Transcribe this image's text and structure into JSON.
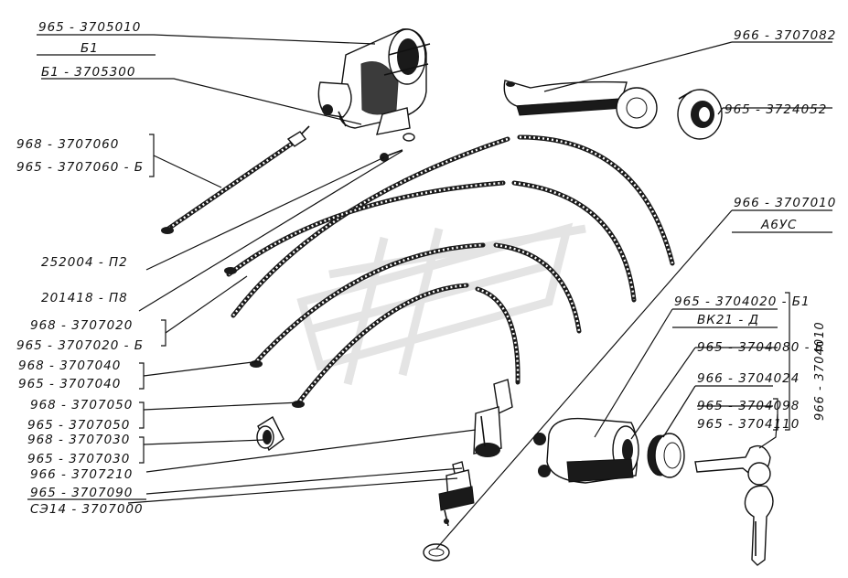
{
  "labels": {
    "coil_part": "965 - 3705010",
    "coil_variant": "Б1",
    "coil_bracket": "Б1 - 3705300",
    "probe_a": "968 - 3707060",
    "probe_b": "965 - 3707060 - Б",
    "tip_252004": "252004 - П2",
    "tip_201418": "201418 - П8",
    "wire_020a": "968 - 3707020",
    "wire_020b": "965 - 3707020 - Б",
    "wire_040a": "968 - 3707040",
    "wire_040b": "965 - 3707040",
    "wire_050a": "968 - 3707050",
    "wire_050b": "965 - 3707050",
    "wire_030a": "968 - 3707030",
    "wire_030b": "965 - 3707030",
    "cap_210": "966 - 3707210",
    "cap_090": "965 - 3707090",
    "plug_000": "СЭ14 - 3707000",
    "bracket_082": "966 - 3707082",
    "grommet_052": "965 - 3724052",
    "harness_010": "966 - 3707010",
    "harness_sub": "А6УС",
    "switch_020": "965 - 3704020 - Б1",
    "switch_sub": "ВК21 - Д",
    "ring_080": "965 - 3704080 - Б",
    "nut_024": "966 - 3704024",
    "key_098": "965 - 3704098",
    "key_110": "965 - 3704110",
    "assembly_010": "966 - 3704010"
  },
  "icons": {
    "coil": "ignition-coil-icon",
    "switch": "ignition-switch-icon",
    "keys": "key-pair-icon",
    "plug": "spark-plug-icon"
  }
}
